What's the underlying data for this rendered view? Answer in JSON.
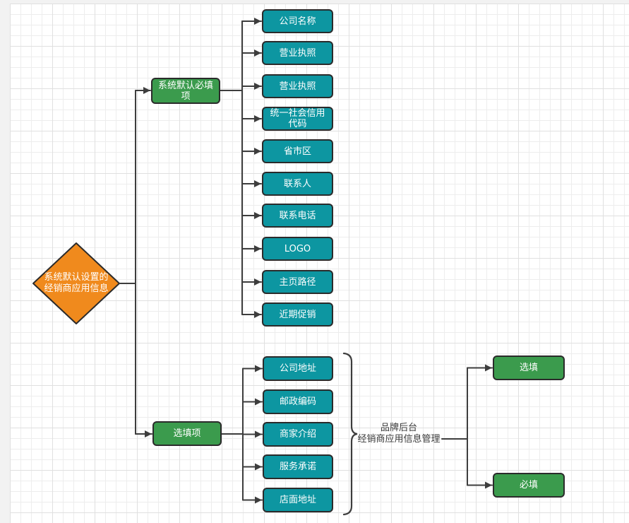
{
  "colors": {
    "teal": "#0d96a1",
    "green": "#3b9b4d",
    "orange": "#f08a1d",
    "border": "#2b2b2b",
    "edge": "#3d3d3d",
    "label_text": "#3a3a3a",
    "grid_minor": "#ededed",
    "grid_major": "#e0e0e0"
  },
  "root": {
    "label_line1": "系统默认设置的",
    "label_line2": "经销商应用信息"
  },
  "groups": {
    "required": {
      "label": "系统默认必填项",
      "items": [
        "公司名称",
        "营业执照",
        "营业执照",
        "统一社会信用代码",
        "省市区",
        "联系人",
        "联系电话",
        "LOGO",
        "主页路径",
        "近期促销"
      ]
    },
    "optional": {
      "label": "选填项",
      "items": [
        "公司地址",
        "邮政编码",
        "商家介绍",
        "服务承诺",
        "店面地址"
      ]
    }
  },
  "brace_label": {
    "line1": "品牌后台",
    "line2": "经销商应用信息管理"
  },
  "right_nodes": {
    "optional": "选填",
    "required": "必填"
  }
}
